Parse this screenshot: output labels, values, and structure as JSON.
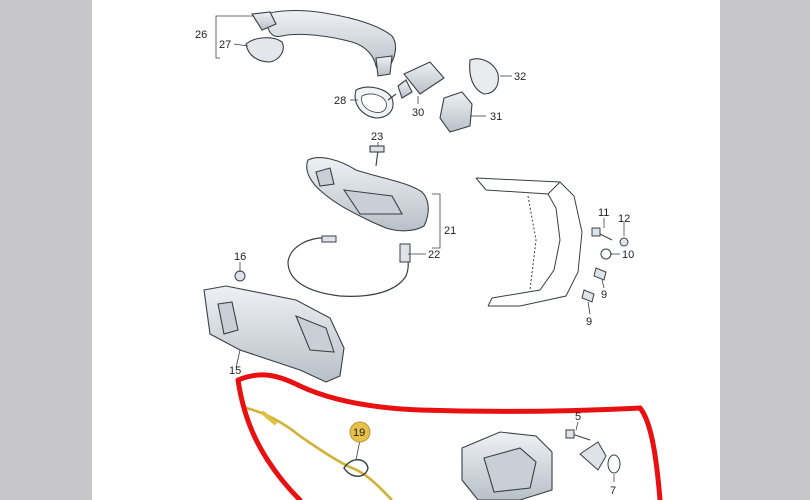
{
  "diagram": {
    "callouts": {
      "c26": "26",
      "c27": "27",
      "c28": "28",
      "c30": "30",
      "c31": "31",
      "c32": "32",
      "c23": "23",
      "c21": "21",
      "c22": "22",
      "c16": "16",
      "c11": "11",
      "c12": "12",
      "c10": "10",
      "c9a": "9",
      "c9b": "9",
      "c15": "15",
      "c19": "19",
      "c5": "5",
      "c7": "7"
    },
    "colors": {
      "page_margin": "#c7c7c9",
      "sheet": "#ffffff",
      "part_fill": "#d6dbe0",
      "part_stroke": "#3a3f45",
      "highlight_outline": "#e81010",
      "cable_highlight": "#e0c040",
      "badge_fill": "#e7c24a"
    },
    "highlight_region": "red hand-drawn outline around lower lock/cable area",
    "highlighted_part": "19"
  }
}
